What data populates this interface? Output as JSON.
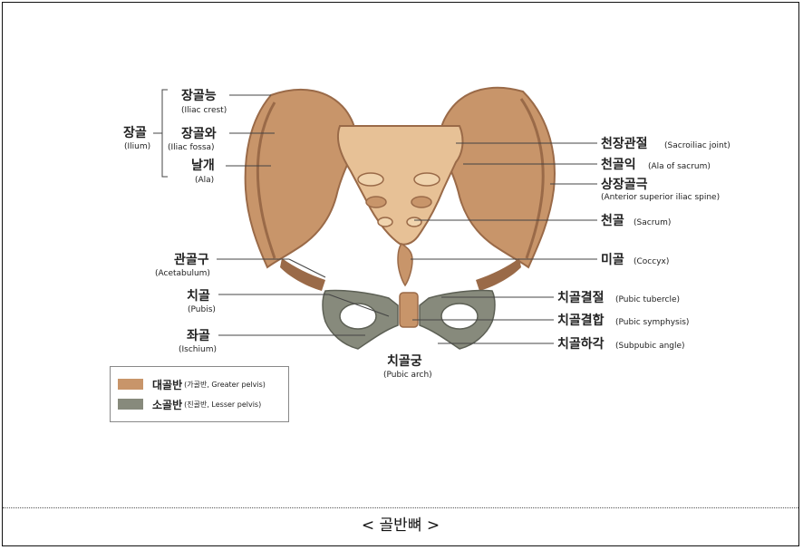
{
  "caption": "< 골반뼈 >",
  "colors": {
    "greater_pelvis": "#c8956a",
    "lesser_pelvis": "#878a7c",
    "bone_light": "#e7c196",
    "bone_mid": "#c8956a",
    "bone_dark": "#9a6a48"
  },
  "labels": {
    "ilium_group": {
      "ko": "장골",
      "en": "(Ilium)"
    },
    "iliac_crest": {
      "ko": "장골능",
      "en": "(Iliac crest)"
    },
    "iliac_fossa": {
      "ko": "장골와",
      "en": "(Iliac fossa)"
    },
    "ala": {
      "ko": "날개",
      "en": "(Ala)"
    },
    "acetabulum": {
      "ko": "관골구",
      "en": "(Acetabulum)"
    },
    "pubis": {
      "ko": "치골",
      "en": "(Pubis)"
    },
    "ischium": {
      "ko": "좌골",
      "en": "(Ischium)"
    },
    "sacroiliac_joint": {
      "ko": "천장관절",
      "en": "(Sacroiliac joint)"
    },
    "ala_of_sacrum": {
      "ko": "천골익",
      "en": "(Ala of sacrum)"
    },
    "asis": {
      "ko": "상장골극",
      "en": "(Anterior superior iliac spine)"
    },
    "sacrum": {
      "ko": "천골",
      "en": "(Sacrum)"
    },
    "coccyx": {
      "ko": "미골",
      "en": "(Coccyx)"
    },
    "pubic_tubercle": {
      "ko": "치골결절",
      "en": "(Pubic tubercle)"
    },
    "pubic_symphysis": {
      "ko": "치골결합",
      "en": "(Pubic symphysis)"
    },
    "subpubic_angle": {
      "ko": "치골하각",
      "en": "(Subpubic angle)"
    },
    "pubic_arch": {
      "ko": "치골궁",
      "en": "(Pubic arch)"
    }
  },
  "legend": [
    {
      "ko": "대골반",
      "en": "(가골반, Greater pelvis)",
      "color": "#c8956a"
    },
    {
      "ko": "소골반",
      "en": "(진골반, Lesser pelvis)",
      "color": "#878a7c"
    }
  ]
}
